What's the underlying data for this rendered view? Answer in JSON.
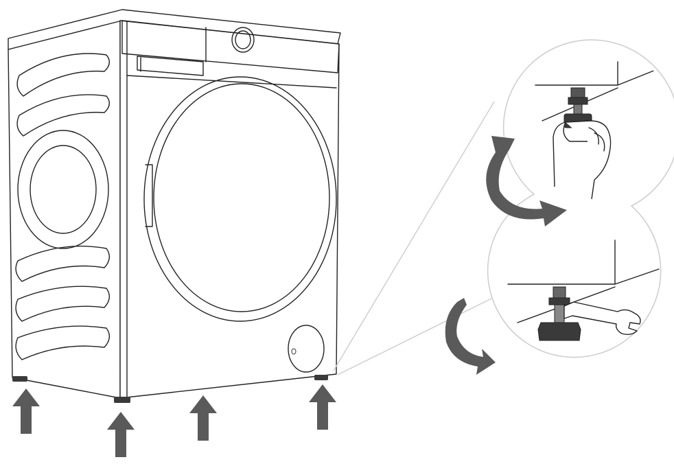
{
  "diagram": {
    "subject": "washing-machine-leveling-feet",
    "feet_count": 4,
    "detail_views": 2,
    "colors": {
      "line": "#222222",
      "arrow": "#5a5a5a",
      "foot": "#3a3a3a",
      "callout_ring": "#cfcfcf",
      "background": "#ffffff"
    },
    "icons": [
      "up-arrow-icon",
      "rotate-arrow-icon",
      "wrench-icon",
      "hand-icon"
    ]
  }
}
